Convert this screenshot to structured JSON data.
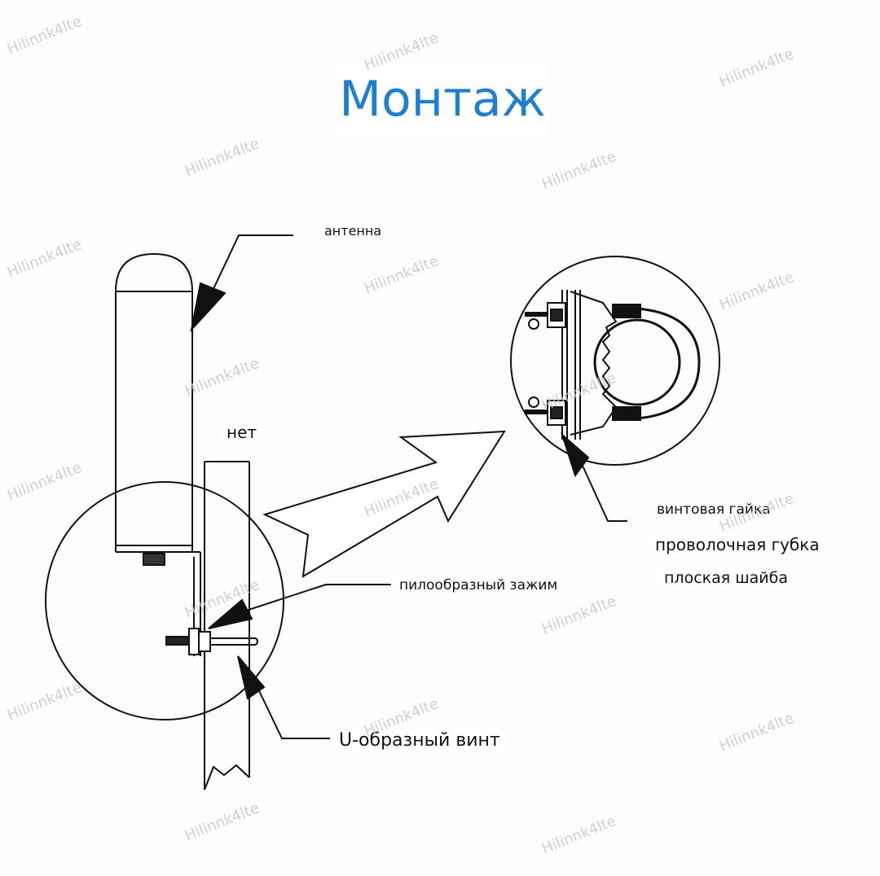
{
  "title": "Монтаж",
  "labels": {
    "antenna": "антенна",
    "none": "нет",
    "screw_nut": "винтовая гайка",
    "wire_sponge": "проволочная губка",
    "flat_washer": "плоская шайба",
    "serrated_clamp": "пилообразный зажим",
    "u_bolt": "U-образный винт"
  },
  "watermark": "Hilinnk4lte",
  "colors": {
    "title": "#1f7fd1",
    "line": "#111111",
    "watermark": "#c9c9c9"
  }
}
